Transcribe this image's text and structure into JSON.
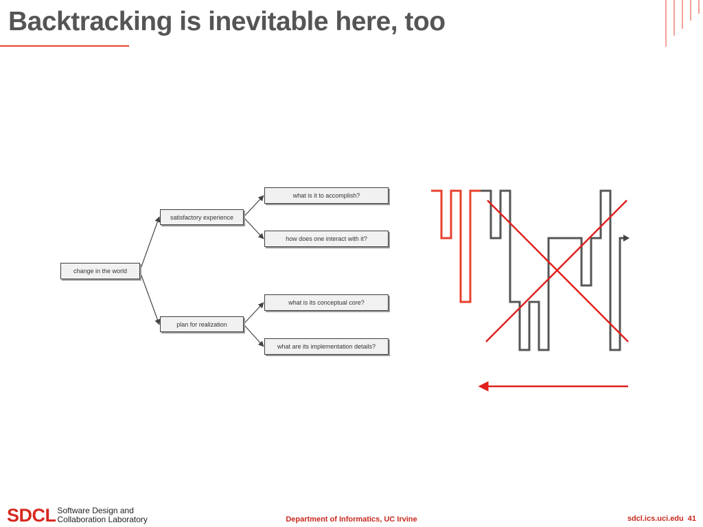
{
  "slide": {
    "title": "Backtracking is inevitable here, too"
  },
  "diagram": {
    "root": "change in the world",
    "branches": [
      {
        "label": "satisfactory experience",
        "children": [
          "what is it to accomplish?",
          "how does one interact with it?"
        ]
      },
      {
        "label": "plan for realization",
        "children": [
          "what is its conceptual core?",
          "what are its implementation details?"
        ]
      }
    ]
  },
  "colors": {
    "accent": "#e8402c",
    "cross": "#e0201c",
    "path_gray": "#555555",
    "title_gray": "#555555",
    "box_fill": "#f1f1f1"
  },
  "footer": {
    "logo_mark": "SDCL",
    "logo_line1": "Software Design and",
    "logo_line2": "Collaboration Laboratory",
    "department": "Department of Informatics, UC Irvine",
    "url": "sdcl.ics.uci.edu",
    "page_number": "41"
  }
}
